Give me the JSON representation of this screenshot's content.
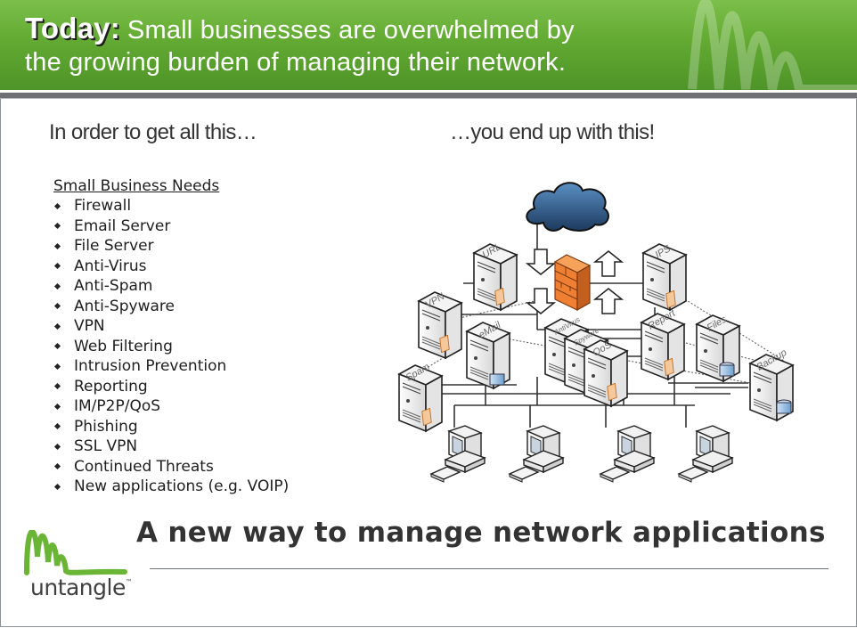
{
  "header": {
    "lead": "Today:",
    "title_line1": "Small businesses are overwhelmed by",
    "title_line2": "the growing burden of managing their network."
  },
  "subheadings": {
    "left": "In order to get all this…",
    "right": "…you end up with this!"
  },
  "needs": {
    "title": "Small Business Needs",
    "items": [
      "Firewall",
      "Email Server",
      "File Server",
      "Anti-Virus",
      "Anti-Spam",
      "Anti-Spyware",
      "VPN",
      "Web Filtering",
      "Intrusion Prevention",
      "Reporting",
      "IM/P2P/QoS",
      "Phishing",
      "SSL VPN",
      "Continued Threats",
      "New applications (e.g. VOIP)"
    ]
  },
  "diagram": {
    "cloud_icon": "internet-cloud-icon",
    "firewall_icon": "firewall-brick-icon",
    "servers": [
      "URL",
      "IPS",
      "VPN",
      "eMail",
      "AntiVirus",
      "Spyware",
      "QoS",
      "Report",
      "Files",
      "Spam",
      "Backup"
    ],
    "workstation_count": 4
  },
  "footer": {
    "tagline": "A new way to manage network applications",
    "logo_text": "untangle",
    "logo_tm": "™"
  },
  "colors": {
    "brand_green": "#62aa32",
    "bar_grey": "#6e7073",
    "firewall_orange": "#e8762c",
    "cloud_blue": "#2e5f8e"
  }
}
